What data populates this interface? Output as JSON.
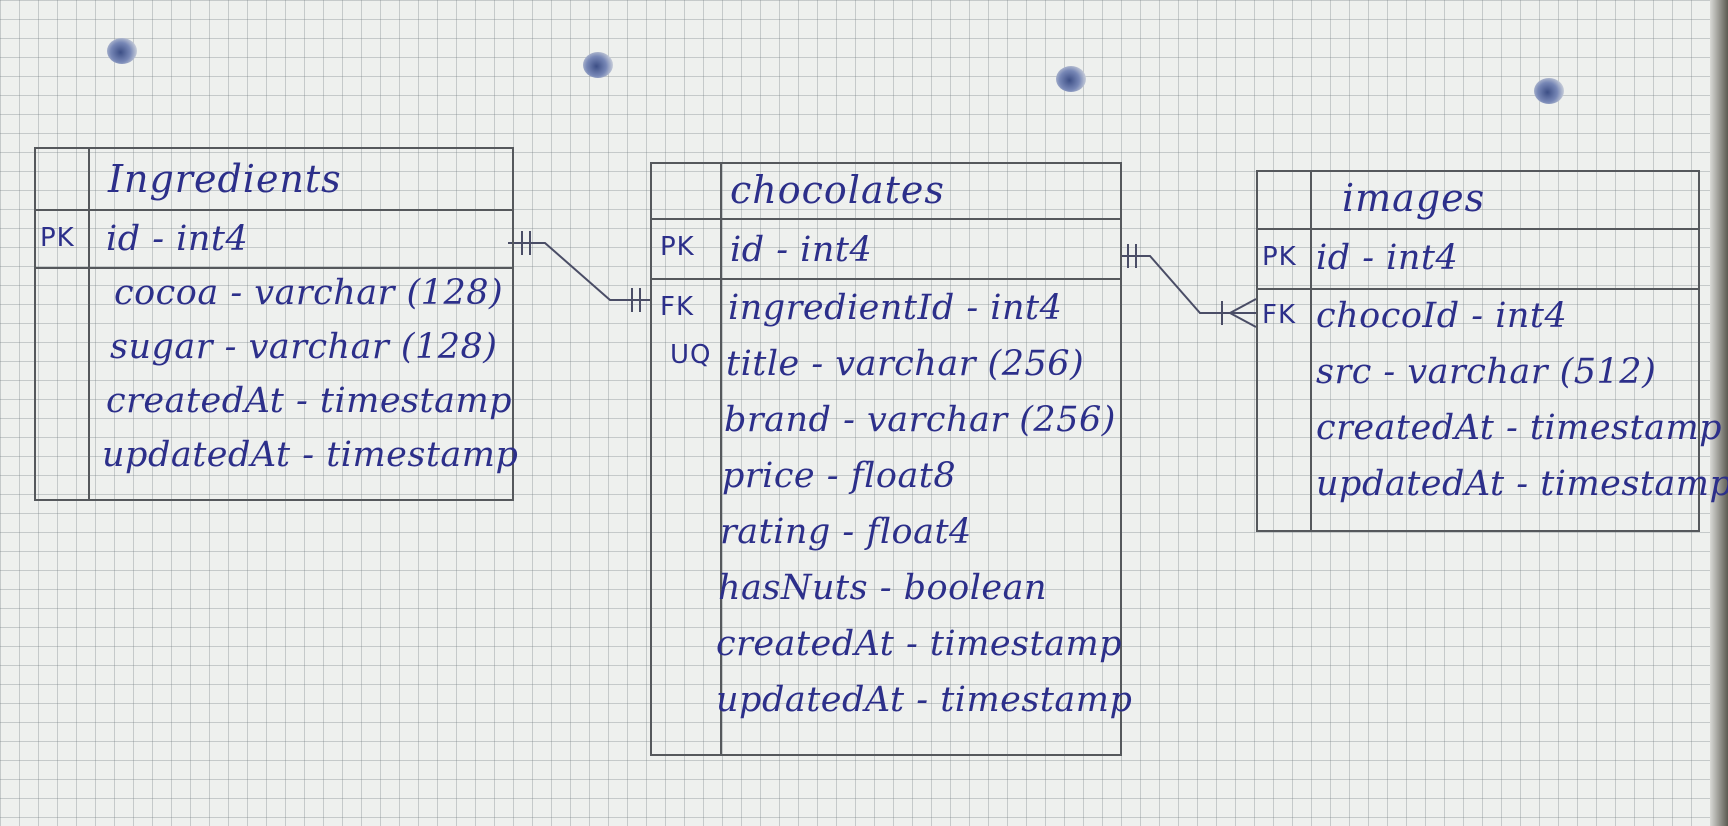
{
  "diagram": {
    "tables": {
      "ingredients": {
        "title": "Ingredients",
        "pk_label": "PK",
        "columns": [
          "id - int4",
          "cocoa - varchar (128)",
          "sugar - varchar (128)",
          "createdAt - timestamp",
          "updatedAt - timestamp"
        ]
      },
      "chocolates": {
        "title": "chocolates",
        "pk_label": "PK",
        "fk_label": "FK",
        "uq_label": "UQ",
        "columns": [
          "id - int4",
          "ingredientId - int4",
          "title - varchar (256)",
          "brand - varchar (256)",
          "price - float8",
          "rating - float4",
          "hasNuts - boolean",
          "createdAt - timestamp",
          "updatedAt - timestamp"
        ]
      },
      "images": {
        "title": "images",
        "pk_label": "PK",
        "fk_label": "FK",
        "columns": [
          "id - int4",
          "chocoId - int4",
          "src - varchar (512)",
          "createdAt - timestamp",
          "updatedAt - timestamp"
        ]
      }
    },
    "relationships": [
      {
        "from": "ingredients.id",
        "to": "chocolates.ingredientId",
        "from_end": "one",
        "to_end": "one"
      },
      {
        "from": "chocolates.id",
        "to": "images.chocoId",
        "from_end": "one",
        "to_end": "many"
      }
    ],
    "colors": {
      "ink": "#2c2f8a",
      "pencil": "#55585c",
      "paper": "#eef0ee"
    }
  }
}
